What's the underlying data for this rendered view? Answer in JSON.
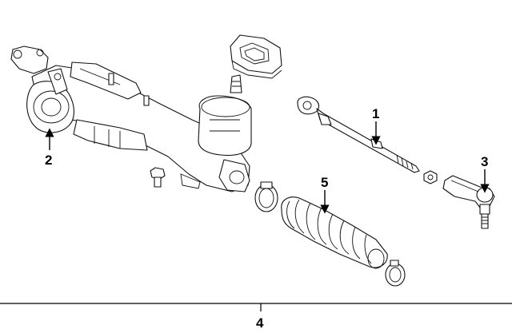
{
  "callouts": {
    "tie_rod": "1",
    "steering_gear": "2",
    "tie_rod_end": "3",
    "assembly": "4",
    "boot": "5"
  }
}
